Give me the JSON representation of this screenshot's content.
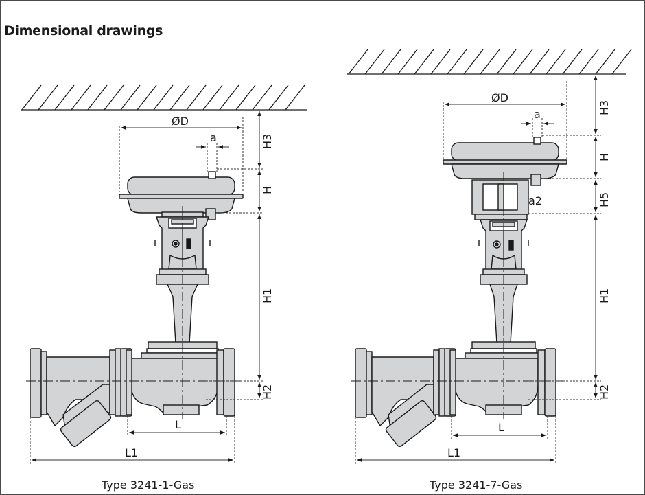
{
  "header": {
    "title": "Dimensional drawings"
  },
  "drawings": [
    {
      "caption": "Type 3241-1-Gas",
      "labels": {
        "od": "ØD",
        "a": "a",
        "h3": "H3",
        "h": "H",
        "h1": "H1",
        "h2": "H2",
        "l": "L",
        "l1": "L1"
      }
    },
    {
      "caption": "Type 3241-7-Gas",
      "labels": {
        "od": "ØD",
        "a": "a",
        "a2": "a2",
        "h3": "H3",
        "h": "H",
        "h5": "H5",
        "h1": "H1",
        "h2": "H2",
        "l": "L",
        "l1": "L1"
      }
    }
  ],
  "colors": {
    "body_fill": "#d2d4d6",
    "line": "#1a1a1a",
    "dim_line": "#333333"
  }
}
